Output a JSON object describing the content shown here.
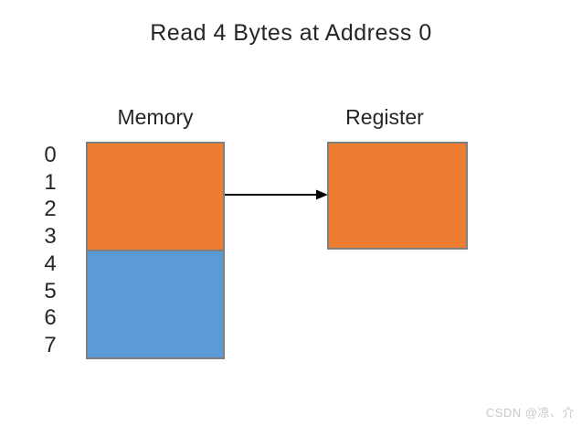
{
  "title": "Read 4 Bytes at Address 0",
  "memory": {
    "label": "Memory",
    "addresses": [
      "0",
      "1",
      "2",
      "3",
      "4",
      "5",
      "6",
      "7"
    ],
    "read_region": {
      "byte_addresses": "0-3",
      "color": "#ED7D31"
    },
    "remaining_region": {
      "byte_addresses": "4-7",
      "color": "#5B9BD5"
    }
  },
  "register": {
    "label": "Register",
    "color": "#ED7D31"
  },
  "arrow": {
    "from": "memory-read-region",
    "to": "register-block",
    "direction": "right"
  },
  "watermark": "CSDN @凉、介",
  "colors": {
    "orange": "#ED7D31",
    "blue": "#5B9BD5",
    "shapeBorder": "#7F7F7F",
    "arrow": "#000000",
    "titleText": "#262626",
    "watermarkText": "#C9C9C9",
    "background": "#FFFFFF"
  }
}
